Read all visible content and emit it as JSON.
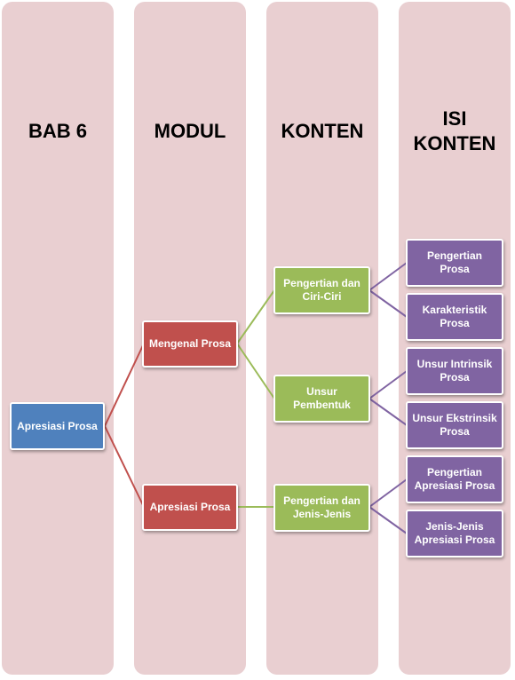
{
  "colors": {
    "column_bg": "#e9cfd1",
    "root": "#4f81bd",
    "modul": "#c0504d",
    "konten": "#9bbb59",
    "isi": "#8064a2"
  },
  "columns": [
    {
      "title": "BAB 6"
    },
    {
      "title": "MODUL"
    },
    {
      "title": "KONTEN"
    },
    {
      "title": "ISI\nKONTEN"
    }
  ],
  "nodes": {
    "root": "Apresiasi Prosa",
    "modul_1": "Mengenal Prosa",
    "modul_2": "Apresiasi Prosa",
    "konten_1": "Pengertian dan Ciri-Ciri",
    "konten_2": "Unsur Pembentuk",
    "konten_3": "Pengertian dan Jenis-Jenis",
    "isi_1": "Pengertian Prosa",
    "isi_2": "Karakteristik Prosa",
    "isi_3": "Unsur Intrinsik Prosa",
    "isi_4": "Unsur Ekstrinsik Prosa",
    "isi_5": "Pengertian Apresiasi Prosa",
    "isi_6": "Jenis-Jenis Apresiasi Prosa"
  }
}
